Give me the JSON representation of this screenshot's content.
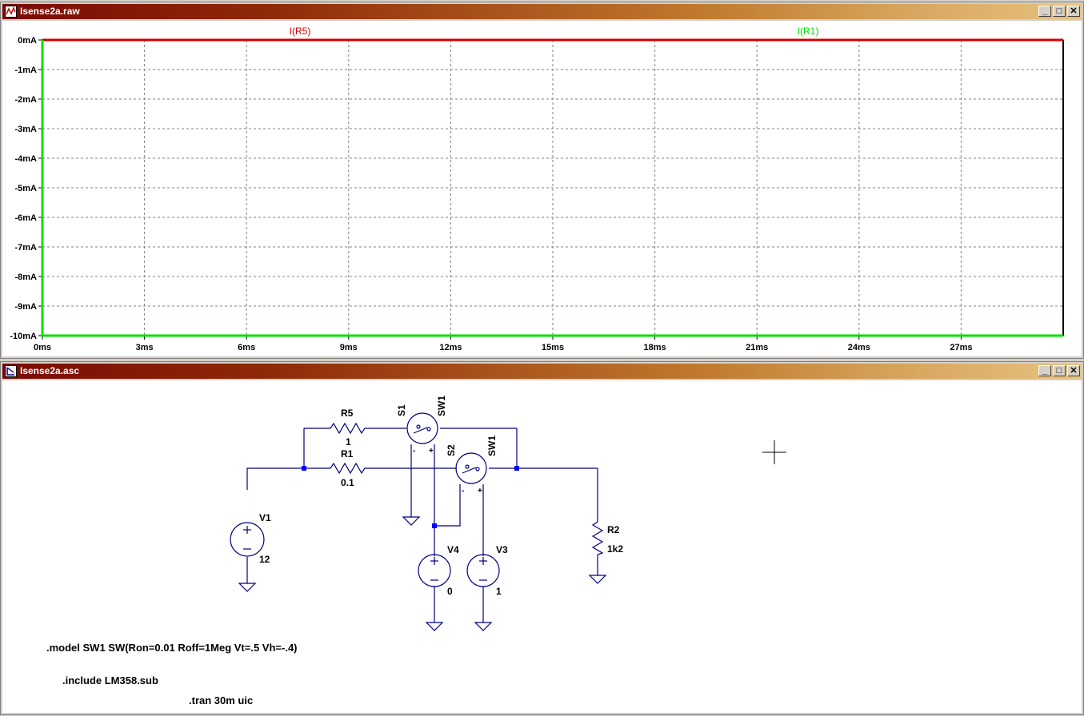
{
  "plot_window": {
    "title": "Isense2a.raw",
    "buttons": {
      "minimize": "_",
      "maximize": "□",
      "close": "✕"
    },
    "trace_labels": [
      {
        "name": "I(R5)",
        "color": "#d00000"
      },
      {
        "name": "I(R1)",
        "color": "#00e000"
      }
    ]
  },
  "schematic_window": {
    "title": "Isense2a.asc",
    "buttons": {
      "minimize": "_",
      "maximize": "□",
      "close": "✕"
    },
    "components": {
      "r5": {
        "name": "R5",
        "value": "1"
      },
      "r1": {
        "name": "R1",
        "value": "0.1"
      },
      "s1": {
        "name": "S1",
        "model": "SW1",
        "minus": "-",
        "plus": "+"
      },
      "s2": {
        "name": "S2",
        "model": "SW1",
        "minus": "-",
        "plus": "+"
      },
      "v1": {
        "name": "V1",
        "value": "12"
      },
      "v4": {
        "name": "V4",
        "value": "0"
      },
      "v3": {
        "name": "V3",
        "value": "1"
      },
      "r2": {
        "name": "R2",
        "value": "1k2"
      }
    },
    "directives": {
      "model": ".model SW1 SW(Ron=0.01 Roff=1Meg Vt=.5 Vh=-.4)",
      "include": ".include LM358.sub",
      "tran": ".tran 30m uic"
    }
  },
  "colors": {
    "wire": "#000080",
    "node": "#0000ff",
    "trace_r5": "#d00000",
    "trace_r1": "#00e000",
    "grid": "#808080"
  },
  "chart_data": {
    "type": "line",
    "title": "",
    "xlabel": "",
    "ylabel": "",
    "x_ticks": [
      "0ms",
      "3ms",
      "6ms",
      "9ms",
      "12ms",
      "15ms",
      "18ms",
      "21ms",
      "24ms",
      "27ms"
    ],
    "y_ticks": [
      "0mA",
      "-1mA",
      "-2mA",
      "-3mA",
      "-4mA",
      "-5mA",
      "-6mA",
      "-7mA",
      "-8mA",
      "-9mA",
      "-10mA"
    ],
    "xlim": [
      0,
      30
    ],
    "ylim": [
      -10,
      0
    ],
    "x_unit": "ms",
    "y_unit": "mA",
    "grid": true,
    "series": [
      {
        "name": "I(R5)",
        "color": "#d00000",
        "x": [
          0,
          30
        ],
        "y": [
          0,
          0
        ]
      },
      {
        "name": "I(R1)",
        "color": "#00e000",
        "x": [
          0,
          0,
          30
        ],
        "y": [
          0,
          -10,
          -10
        ]
      }
    ]
  }
}
